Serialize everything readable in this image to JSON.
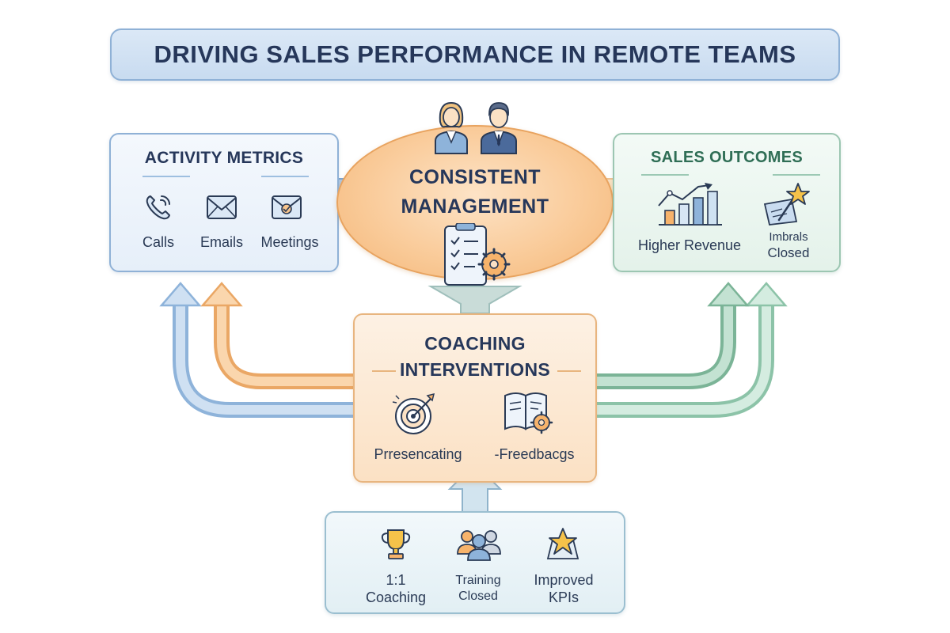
{
  "title": "DRIVING SALES PERFORMANCE IN REMOTE TEAMS",
  "activity_metrics": {
    "heading": "ACTIVITY METRICS",
    "items": [
      {
        "label": "Calls",
        "icon": "phone-icon"
      },
      {
        "label": "Emails",
        "icon": "envelope-icon"
      },
      {
        "label": "Meetings",
        "icon": "meeting-envelope-icon"
      }
    ]
  },
  "consistent_management": {
    "line1": "CONSISTENT",
    "line2": "MANAGEMENT",
    "icon": "managers-icon"
  },
  "sales_outcomes": {
    "heading": "SALES OUTCOMES",
    "items": [
      {
        "label": "Higher Revenue",
        "icon": "bar-chart-icon"
      },
      {
        "label_line1": "Imbrals",
        "label_line2": "Closed",
        "icon": "deal-star-icon"
      }
    ]
  },
  "coaching_interventions": {
    "line1": "COACHING",
    "line2": "INTERVENTIONS",
    "items": [
      {
        "label": "Prresencating",
        "icon": "target-icon"
      },
      {
        "label": "-Freedbacgs",
        "icon": "book-gear-icon"
      }
    ]
  },
  "foundations": {
    "items": [
      {
        "label_line1": "1:1",
        "label_line2": "Coaching",
        "icon": "trophy-icon"
      },
      {
        "label_line1": "Training",
        "label_line2": "Closed",
        "icon": "team-icon"
      },
      {
        "label_line1": "Improved",
        "label_line2": "KPIs",
        "icon": "star-icon"
      }
    ]
  },
  "colors": {
    "blue": "#8fb1d6",
    "orange": "#e8a35f",
    "green": "#8fc2a9",
    "navy": "#26375a"
  }
}
